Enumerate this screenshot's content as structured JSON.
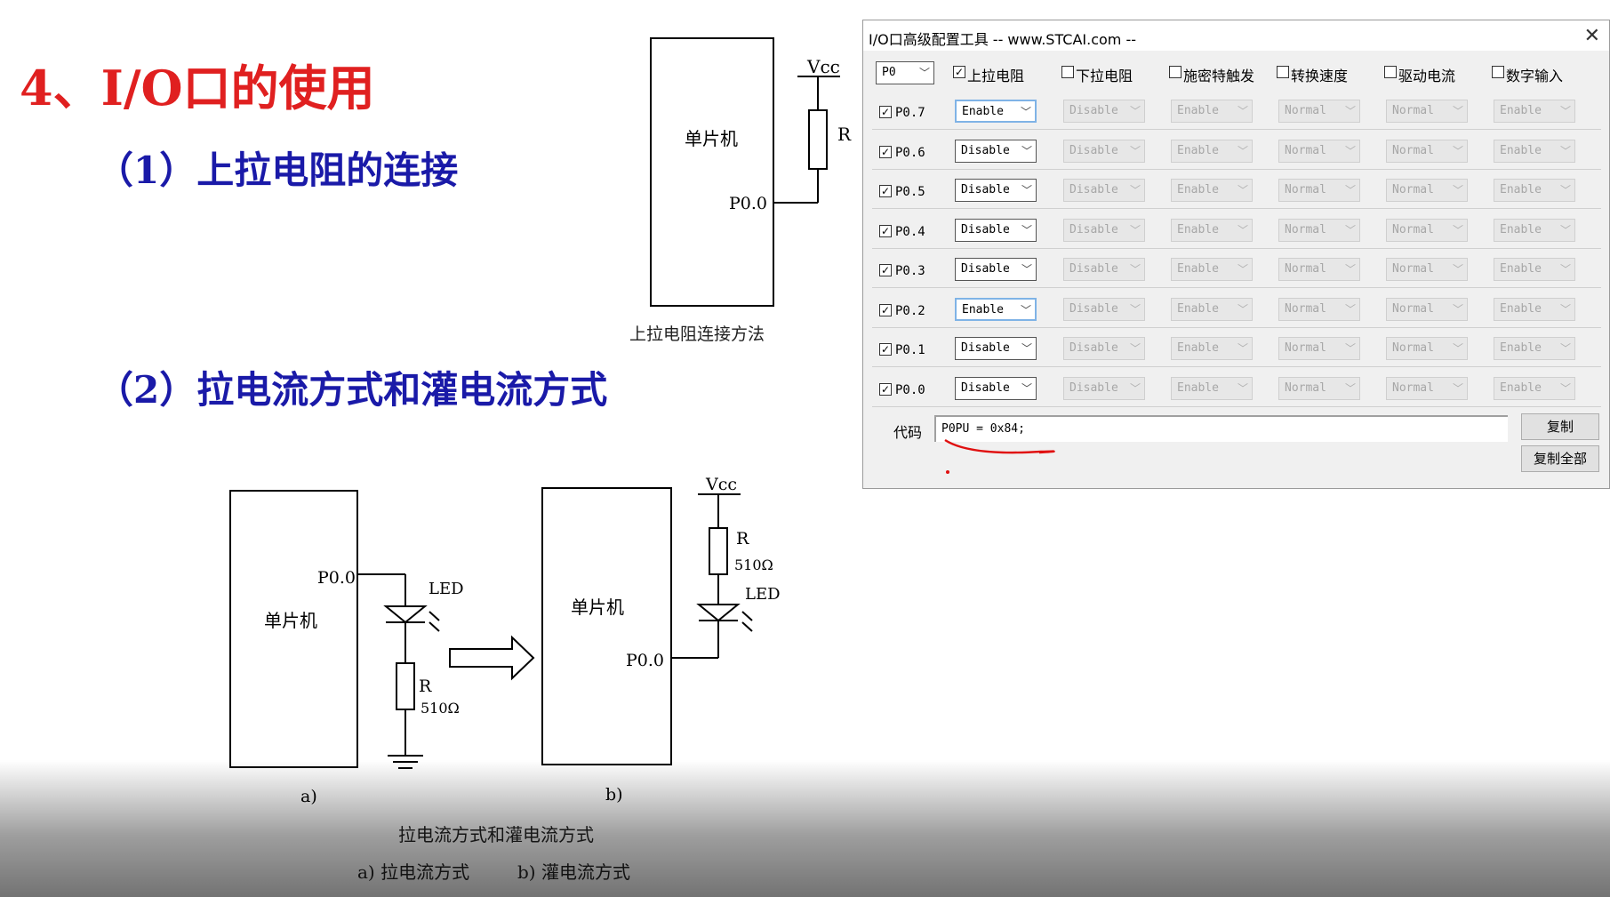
{
  "slide": {
    "title": "4、I/O口的使用",
    "subtitle1": "（1）上拉电阻的连接",
    "subtitle2": "（2）拉电流方式和灌电流方式",
    "diagram1": {
      "mcu_label": "单片机",
      "pin_label": "P0.0",
      "vcc_label": "Vcc",
      "r_label": "R",
      "caption": "上拉电阻连接方法"
    },
    "diagram2": {
      "a_mcu": "单片机",
      "a_pin": "P0.0",
      "a_led": "LED",
      "a_r": "R",
      "a_r_value": "510Ω",
      "a_caption": "a)",
      "b_mcu": "单片机",
      "b_pin": "P0.0",
      "b_vcc": "Vcc",
      "b_r": "R",
      "b_r_value": "510Ω",
      "b_led": "LED",
      "b_caption": "b)",
      "caption": "拉电流方式和灌电流方式",
      "subcaption_a": "a) 拉电流方式",
      "subcaption_b": "b) 灌电流方式"
    }
  },
  "dialog": {
    "title": "I/O口高级配置工具 -- www.STCAI.com --",
    "close_glyph": "✕",
    "port_select": "P0",
    "columns": [
      "上拉电阻",
      "下拉电阻",
      "施密特触发",
      "转换速度",
      "驱动电流",
      "数字输入"
    ],
    "column_checked": [
      true,
      false,
      false,
      false,
      false,
      false
    ],
    "rows": [
      {
        "pin": "P0.7",
        "checked": true,
        "values": [
          "Enable",
          "Disable",
          "Enable",
          "Normal",
          "Normal",
          "Enable"
        ]
      },
      {
        "pin": "P0.6",
        "checked": true,
        "values": [
          "Disable",
          "Disable",
          "Enable",
          "Normal",
          "Normal",
          "Enable"
        ]
      },
      {
        "pin": "P0.5",
        "checked": true,
        "values": [
          "Disable",
          "Disable",
          "Enable",
          "Normal",
          "Normal",
          "Enable"
        ]
      },
      {
        "pin": "P0.4",
        "checked": true,
        "values": [
          "Disable",
          "Disable",
          "Enable",
          "Normal",
          "Normal",
          "Enable"
        ]
      },
      {
        "pin": "P0.3",
        "checked": true,
        "values": [
          "Disable",
          "Disable",
          "Enable",
          "Normal",
          "Normal",
          "Enable"
        ]
      },
      {
        "pin": "P0.2",
        "checked": true,
        "values": [
          "Enable",
          "Disable",
          "Enable",
          "Normal",
          "Normal",
          "Enable"
        ]
      },
      {
        "pin": "P0.1",
        "checked": true,
        "values": [
          "Disable",
          "Disable",
          "Enable",
          "Normal",
          "Normal",
          "Enable"
        ]
      },
      {
        "pin": "P0.0",
        "checked": true,
        "values": [
          "Disable",
          "Disable",
          "Enable",
          "Normal",
          "Normal",
          "Enable"
        ]
      }
    ],
    "code_label": "代码",
    "code_value": "P0PU = 0x84;",
    "copy_button": "复制",
    "copy_all_button": "复制全部",
    "colors": {
      "title_red": "#e02020",
      "subtitle_blue": "#1a1aa8",
      "annotation_red": "#e01010"
    }
  }
}
